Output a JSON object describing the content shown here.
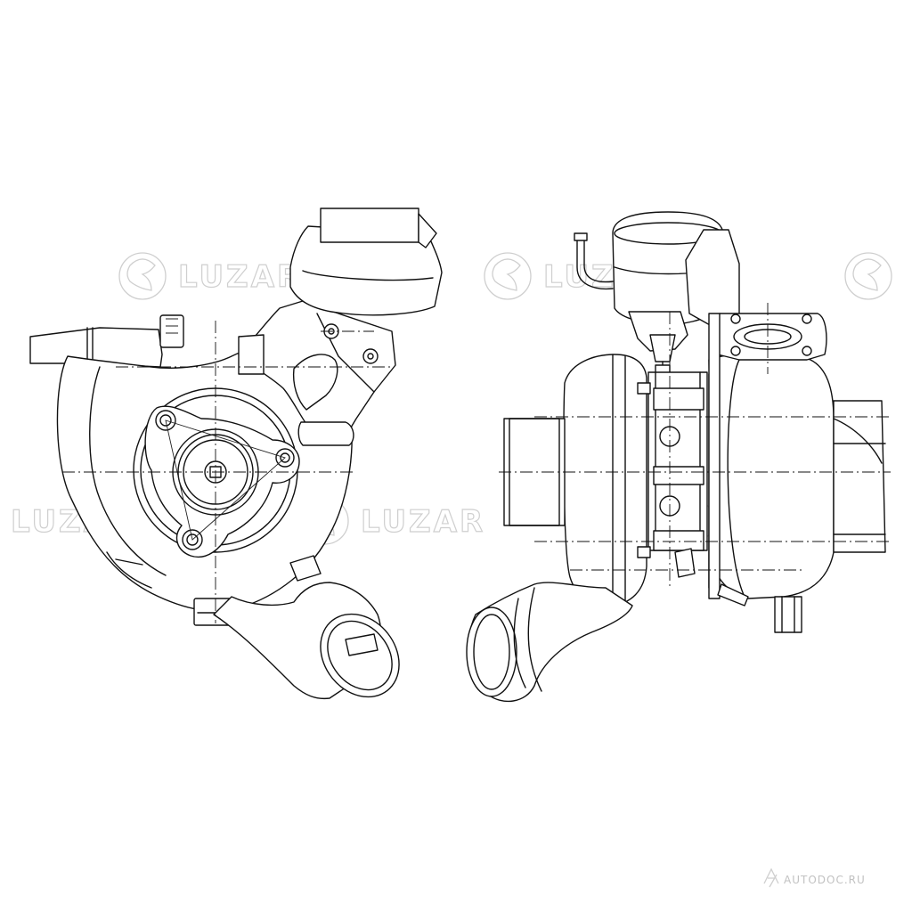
{
  "watermarks": {
    "brand": "LUZAR",
    "credit": "AUTODOC.RU"
  },
  "views": {
    "left": "compressor-side-view",
    "right": "side-elevation-view"
  },
  "colors": {
    "line": "#111111",
    "watermark": "#cfcfcf",
    "background": "#ffffff"
  }
}
